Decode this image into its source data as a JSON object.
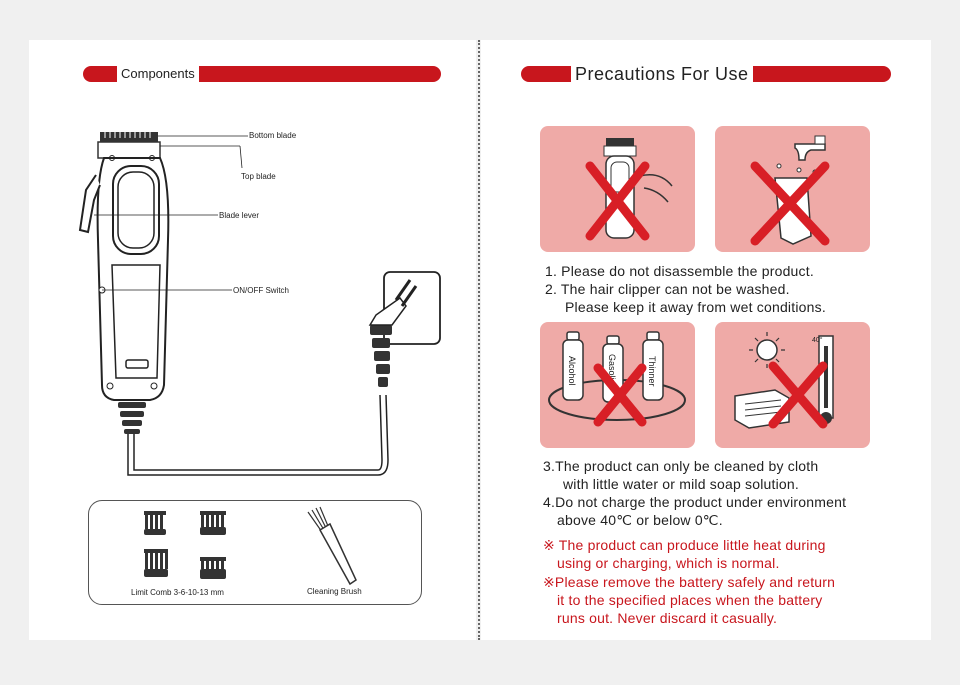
{
  "left": {
    "header": "Components",
    "callouts": {
      "bottom_blade": "Bottom blade",
      "top_blade": "Top blade",
      "blade_lever": "Blade lever",
      "switch": "ON/OFF Switch"
    },
    "accessories": {
      "combs_label": "Limit Comb 3-6-10-13 mm",
      "brush_label": "Cleaning Brush"
    }
  },
  "right": {
    "header": "Precautions For Use",
    "tiles": {
      "bottle_labels": [
        "Alcohol",
        "Gasoline",
        "Thinner"
      ],
      "thermometer_label": "40°"
    },
    "lines": {
      "l1": "1. Please do not disassemble the product.",
      "l2": "2. The hair clipper can not be washed.",
      "l3": "Please keep it away from wet conditions.",
      "l4": "3.The product can only be cleaned by cloth",
      "l5": "with little water or mild soap solution.",
      "l6": "4.Do not charge the product under environment",
      "l7": "above 40℃ or below 0℃.",
      "n1": "※  The product can produce little heat during",
      "n2": "using or charging, which is normal.",
      "n3": "※Please remove the battery safely and return",
      "n4": "it to the specified places when the battery",
      "n5": "runs out. Never discard it casually."
    }
  },
  "colors": {
    "accent": "#c8161d",
    "tile": "#efaaa7",
    "cross": "#d81f26"
  }
}
